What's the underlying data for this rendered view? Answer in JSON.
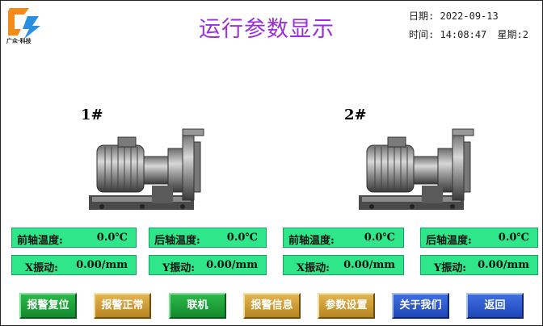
{
  "header": {
    "logo_text": "广众·科技",
    "title": "运行参数显示",
    "date_label": "日期:",
    "date_value": "2022-09-13",
    "time_label": "时间:",
    "time_value": "14:08:47",
    "weekday_label": "星期:",
    "weekday_value": "2"
  },
  "pumps": [
    {
      "label": "1#",
      "front_temp_label": "前轴温度:",
      "front_temp_value": "0.0℃",
      "rear_temp_label": "后轴温度:",
      "rear_temp_value": "0.0℃",
      "x_vib_label": "X振动:",
      "x_vib_value": "0.00/mm",
      "y_vib_label": "Y振动:",
      "y_vib_value": "0.00/mm"
    },
    {
      "label": "2#",
      "front_temp_label": "前轴温度:",
      "front_temp_value": "0.0℃",
      "rear_temp_label": "后轴温度:",
      "rear_temp_value": "0.0℃",
      "x_vib_label": "X振动:",
      "x_vib_value": "0.00/mm",
      "y_vib_label": "Y振动:",
      "y_vib_value": "0.00/mm"
    }
  ],
  "buttons": {
    "alarm_reset": "报警复位",
    "alarm_normal": "报警正常",
    "online": "联机",
    "alarm_info": "报警信息",
    "param_settings": "参数设置",
    "about_us": "关于我们",
    "back": "返回"
  },
  "colors": {
    "title": "#9b2ed8",
    "panel": "#2fe68a",
    "btn_green": "#1f9e3a",
    "btn_gold": "#cf9d35",
    "btn_blue": "#2f5ad0"
  }
}
